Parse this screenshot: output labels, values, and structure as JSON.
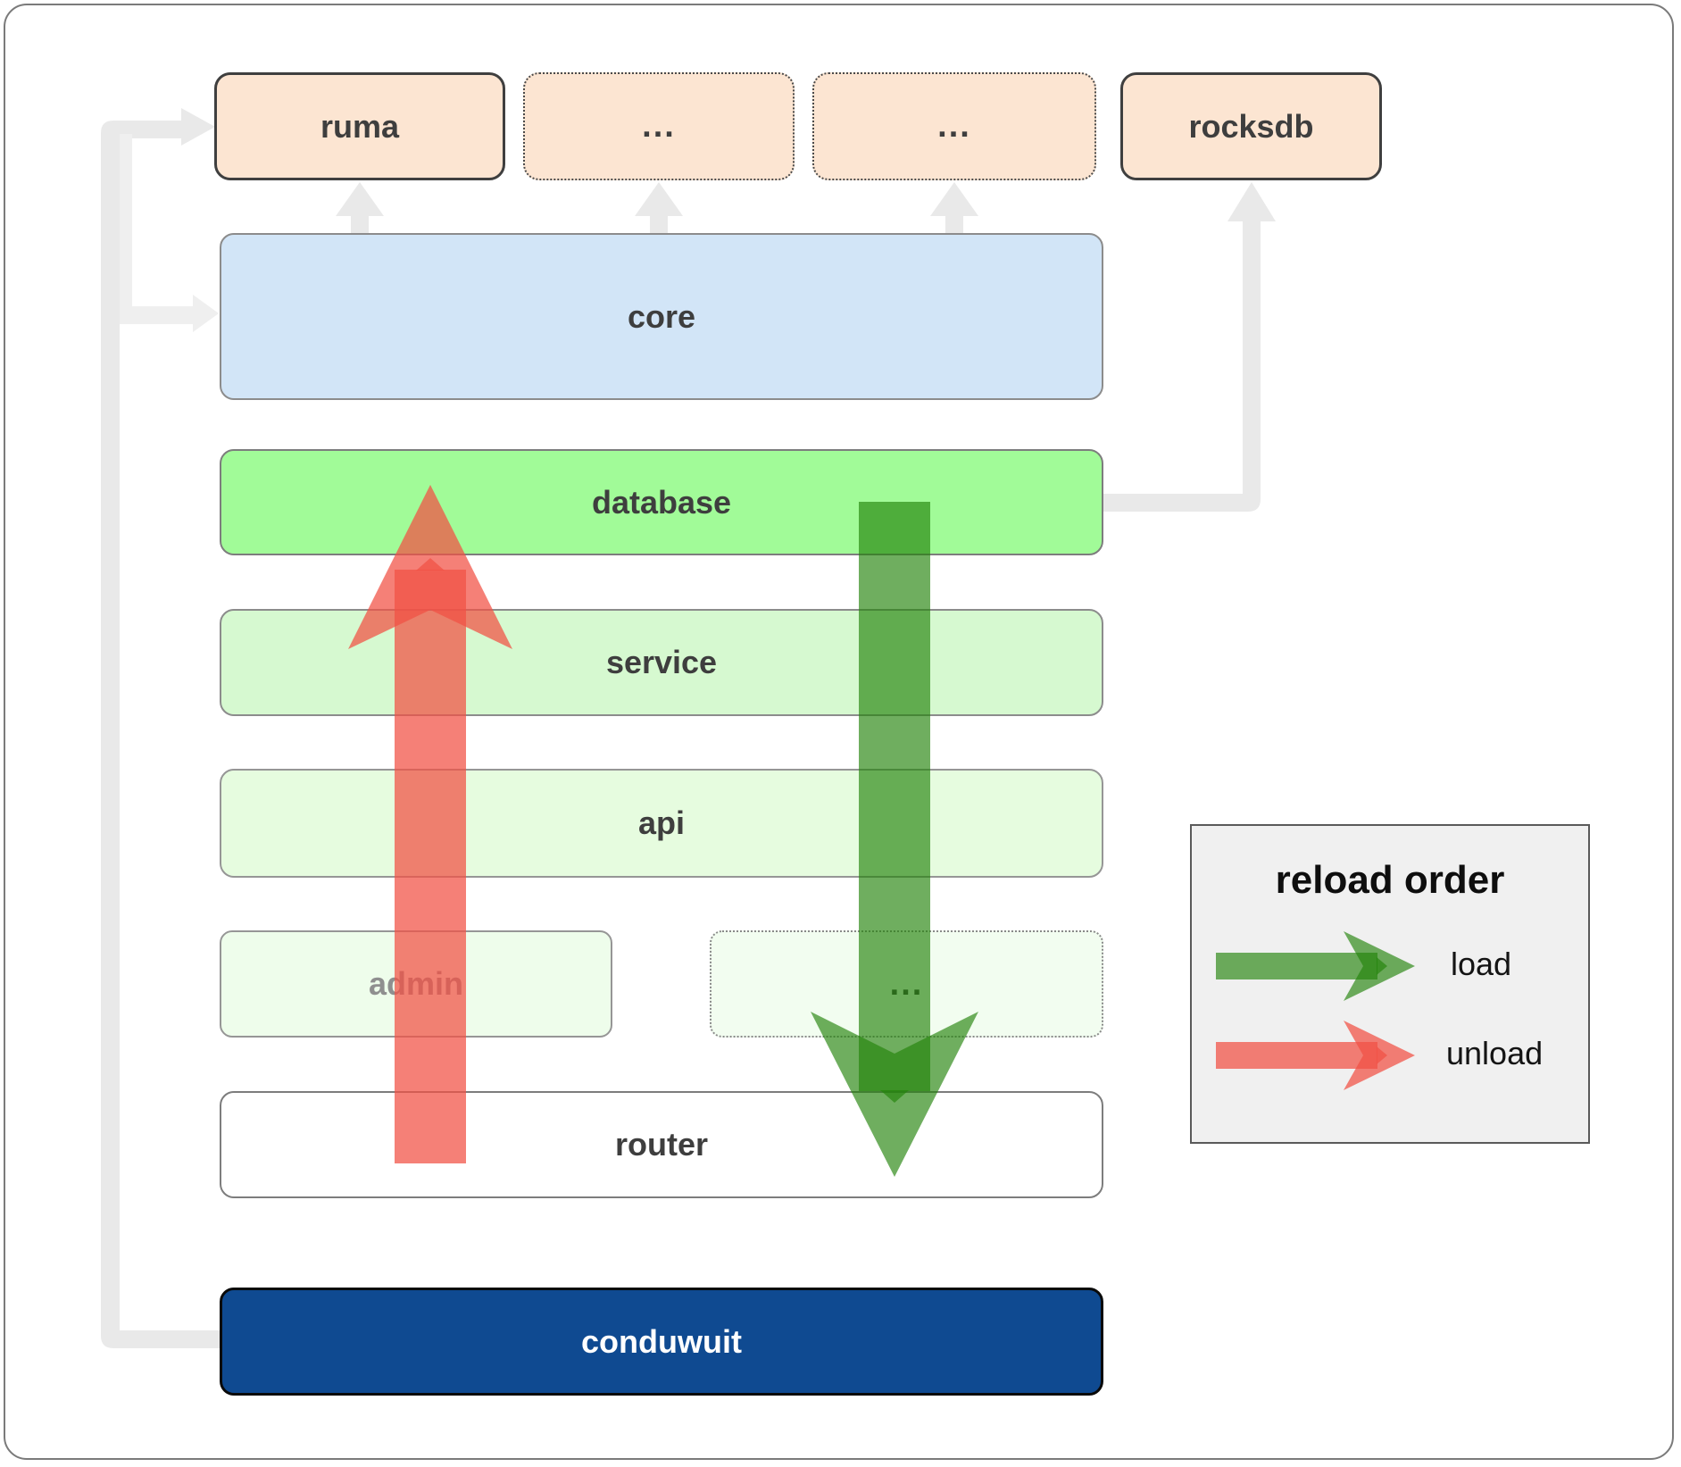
{
  "nodes": {
    "ruma": "ruma",
    "ellipsis_top_1": "...",
    "ellipsis_top_2": "...",
    "rocksdb": "rocksdb",
    "core": "core",
    "database": "database",
    "service": "service",
    "api": "api",
    "admin": "admin",
    "ellipsis_mid": "...",
    "router": "router",
    "conduwuit": "conduwuit"
  },
  "legend": {
    "title": "reload order",
    "items": [
      {
        "icon": "load-arrow",
        "label": "load"
      },
      {
        "icon": "unload-arrow",
        "label": "unload"
      }
    ]
  },
  "colors": {
    "load_green": "#228209",
    "unload_red": "#f15144",
    "peach": "#fce5d2",
    "core_blue": "#d2e5f7",
    "db_green": "#a1fb98",
    "service_green": "#d6f9d0",
    "api_green": "#e6fcdf",
    "admin_green": "#eefdeb",
    "ellipsis_green": "#f2fdf0",
    "router_white": "#ffffff",
    "conduwuit_navy": "#0f4a91",
    "connector_gray": "#e9e9e9",
    "connector_gray_light": "#efefef",
    "legend_bg": "#f0f0f0",
    "label_dark": "#3e3e3e",
    "label_muted": "#8f8f8f"
  }
}
